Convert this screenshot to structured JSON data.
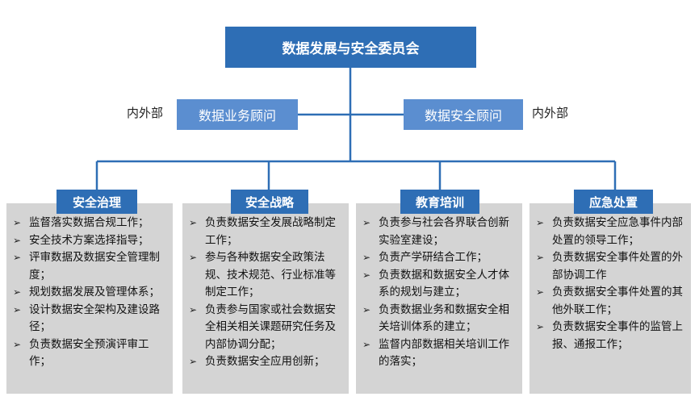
{
  "top": {
    "title": "数据发展与安全委员会"
  },
  "advisors": [
    {
      "label": "数据业务顾问",
      "side_label": "内外部"
    },
    {
      "label": "数据安全顾问",
      "side_label": "内外部"
    }
  ],
  "columns": [
    {
      "title": "安全治理",
      "items": [
        "监督落实数据合规工作；",
        "安全技术方案选择指导；",
        "评审数据及数据安全管理制度；",
        "规划数据发展及管理体系；",
        "设计数据安全架构及建设路径；",
        "负责数据安全预演评审工作；"
      ]
    },
    {
      "title": "安全战略",
      "items": [
        "负责数据安全发展战略制定工作；",
        "参与各种数据安全政策法规、技术规范、行业标准等制定工作；",
        "负责参与国家或社会数据安全相关相关课题研究任务及内部协调分配；",
        "负责数据安全应用创新；"
      ]
    },
    {
      "title": "教育培训",
      "items": [
        "负责参与社会各界联合创新实验室建设；",
        "负责产学研结合工作；",
        "负责数据和数据安全人才体系的规划与建立；",
        "负责数据业务和数据安全相关培训体系的建立；",
        "监督内部数据相关培训工作的落实；"
      ]
    },
    {
      "title": "应急处置",
      "items": [
        "负责数据安全应急事件内部处置的领导工作；",
        "负责数据安全事件处置的外部协调工作",
        "负责数据安全事件处置的其他外联工作；",
        "负责数据安全事件的监管上报、通报工作；"
      ]
    }
  ],
  "colors": {
    "dark_blue": "#2E6EB5",
    "light_blue": "#5B8ED0",
    "panel_gray": "#D4D4D4",
    "connector": "#2E6EB5"
  }
}
